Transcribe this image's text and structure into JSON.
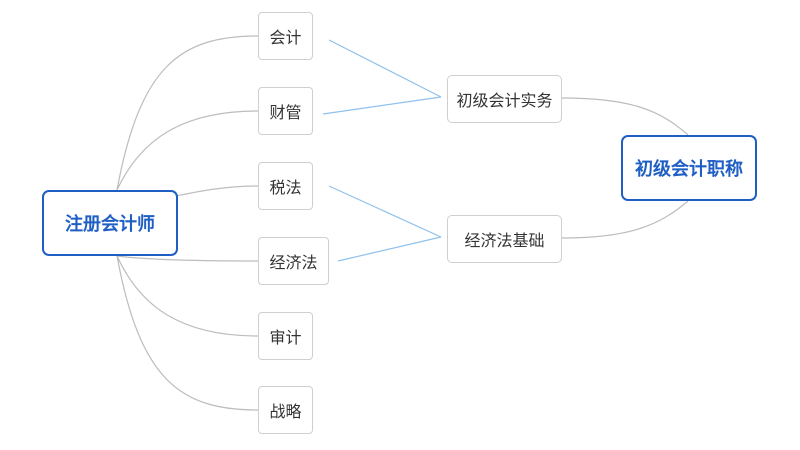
{
  "colors": {
    "accent": "#1f5fc4",
    "connector_gray": "#bdbdbd",
    "connector_blue": "#8fc1ee",
    "node_border": "#cfcfcf"
  },
  "root_left": "注册会计师",
  "root_right": "初级会计职称",
  "subjects": [
    "会计",
    "财管",
    "税法",
    "经济法",
    "审计",
    "战略"
  ],
  "junctions": [
    "初级会计实务",
    "经济法基础"
  ],
  "mappings": [
    {
      "from": "会计",
      "to": "初级会计实务"
    },
    {
      "from": "财管",
      "to": "初级会计实务"
    },
    {
      "from": "税法",
      "to": "经济法基础"
    },
    {
      "from": "经济法",
      "to": "经济法基础"
    }
  ]
}
